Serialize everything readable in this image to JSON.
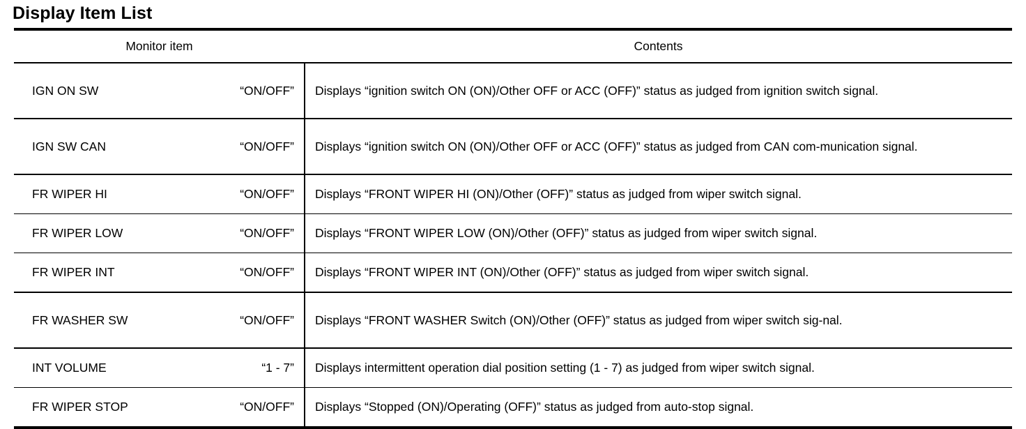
{
  "page": {
    "title": "Display Item List"
  },
  "table": {
    "headers": {
      "monitor_item": "Monitor item",
      "contents": "Contents"
    },
    "rows": [
      {
        "item": "IGN ON SW",
        "value": "“ON/OFF”",
        "contents": "Displays “ignition switch ON (ON)/Other OFF or ACC (OFF)” status as judged from ignition switch signal.",
        "lines": 2
      },
      {
        "item": "IGN SW CAN",
        "value": "“ON/OFF”",
        "contents": "Displays “ignition switch ON (ON)/Other OFF or ACC (OFF)” status as judged from CAN com-munication signal.",
        "lines": 2
      },
      {
        "item": "FR WIPER HI",
        "value": "“ON/OFF”",
        "contents": "Displays “FRONT WIPER HI (ON)/Other (OFF)” status as judged from wiper switch signal.",
        "lines": 1
      },
      {
        "item": "FR WIPER LOW",
        "value": "“ON/OFF”",
        "contents": "Displays “FRONT WIPER LOW (ON)/Other (OFF)” status as judged from wiper switch signal.",
        "lines": 1
      },
      {
        "item": "FR WIPER INT",
        "value": "“ON/OFF”",
        "contents": "Displays “FRONT WIPER INT (ON)/Other (OFF)” status as judged from wiper switch signal.",
        "lines": 1
      },
      {
        "item": "FR WASHER SW",
        "value": "“ON/OFF”",
        "contents": "Displays “FRONT WASHER Switch (ON)/Other (OFF)” status as judged from wiper switch sig-nal.",
        "lines": 2
      },
      {
        "item": "INT VOLUME",
        "value": "“1 - 7”",
        "contents": "Displays intermittent operation dial position setting (1 - 7) as judged from wiper switch signal.",
        "lines": 1
      },
      {
        "item": "FR WIPER STOP",
        "value": "“ON/OFF”",
        "contents": "Displays “Stopped (ON)/Operating (OFF)” status as judged from auto-stop signal.",
        "lines": 1
      }
    ]
  }
}
